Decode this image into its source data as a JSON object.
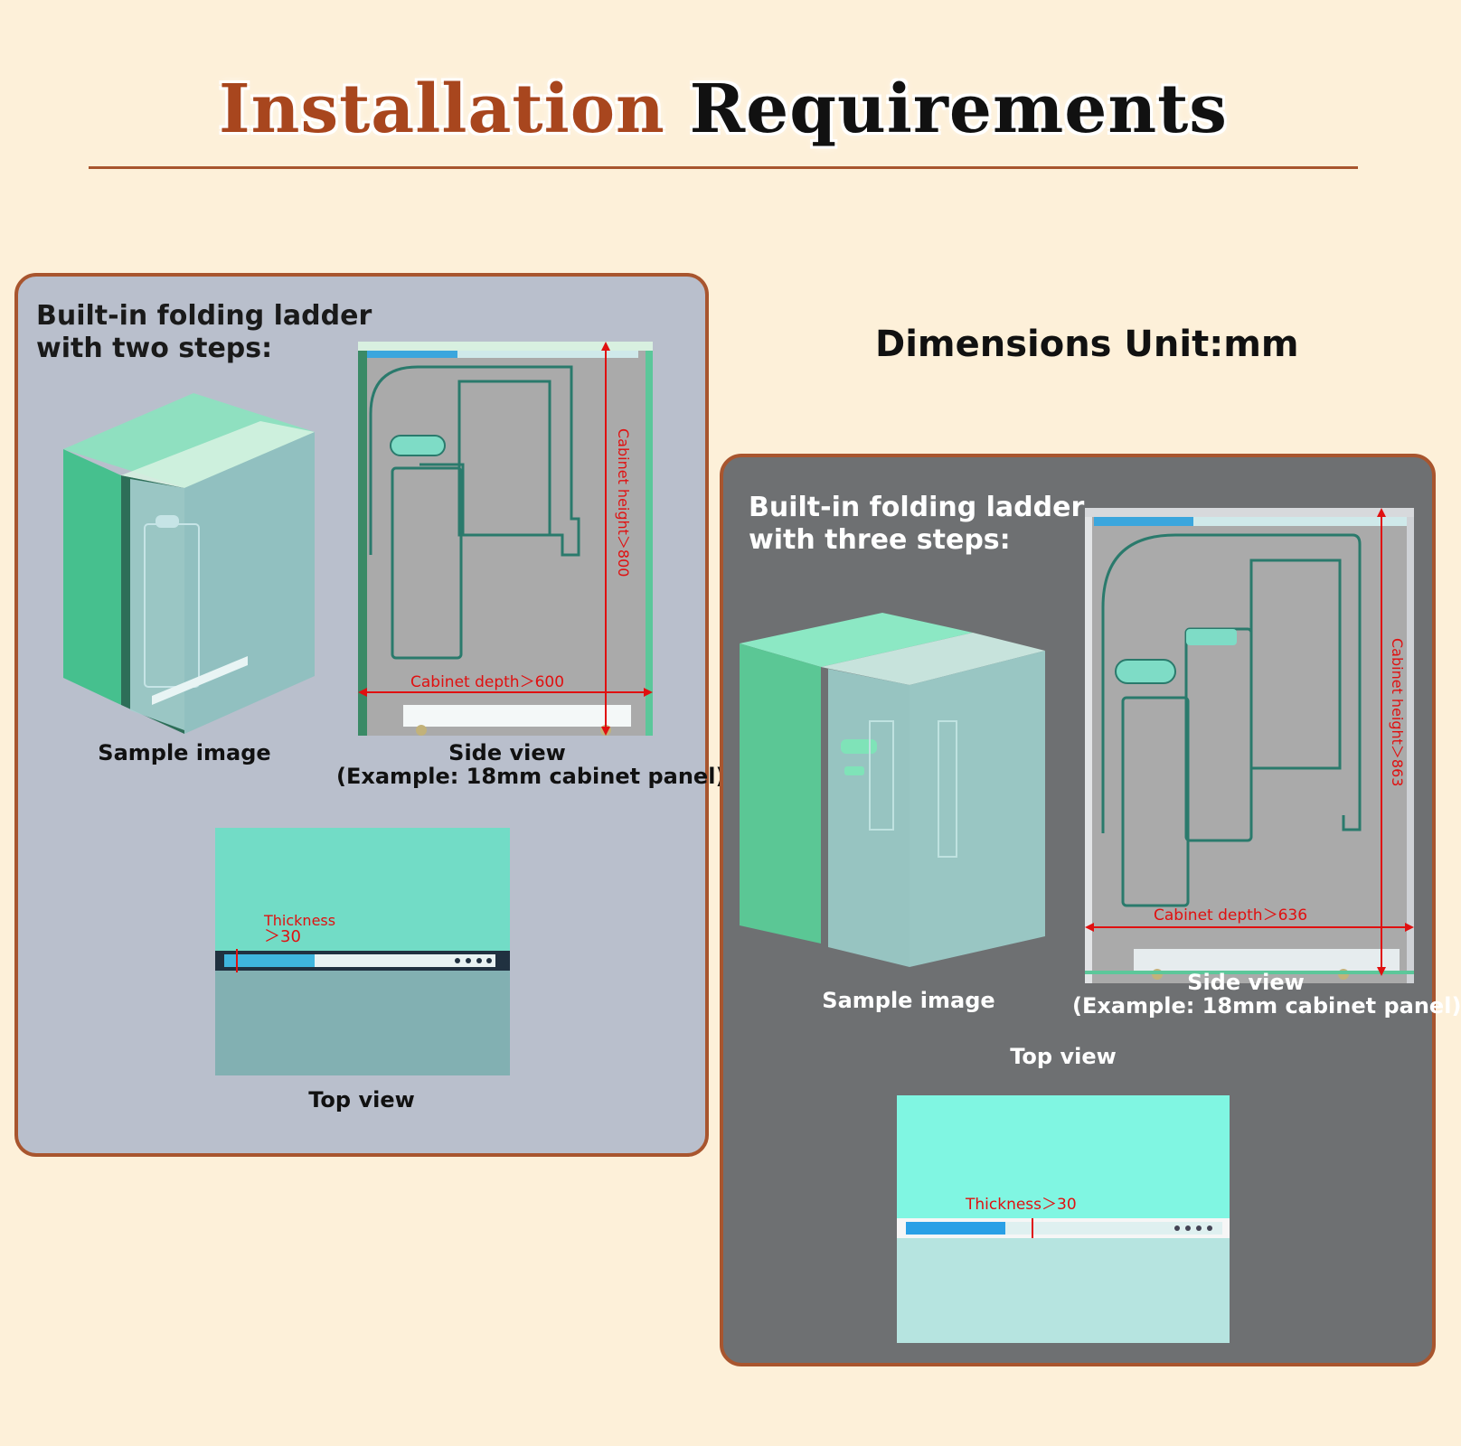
{
  "header": {
    "title_word1": "Installation",
    "title_word2": "Requirements"
  },
  "units_label": "Dimensions Unit:mm",
  "panel_two_steps": {
    "title": "Built-in folding ladder\nwith two steps:",
    "sample_caption": "Sample image",
    "side_caption_line1": "Side view",
    "side_caption_line2": "(Example: 18mm cabinet panel)",
    "height_label": "Cabinet height＞800",
    "depth_label": "Cabinet depth＞600",
    "top_caption": "Top view",
    "thickness_label_line1": "Thickness",
    "thickness_label_line2": "＞30"
  },
  "panel_three_steps": {
    "title": "Built-in folding ladder\nwith three steps:",
    "sample_caption": "Sample image",
    "side_caption_line1": "Side view",
    "side_caption_line2": "(Example: 18mm cabinet panel)",
    "height_label": "Cabinet height＞863",
    "depth_label": "Cabinet depth＞636",
    "top_caption": "Top view",
    "thickness_label": "Thickness＞30"
  },
  "colors": {
    "background": "#fdf0d9",
    "accent_brown": "#a8461e",
    "cabinet_green": "#5cc79a",
    "dimension_red": "#e01010"
  }
}
